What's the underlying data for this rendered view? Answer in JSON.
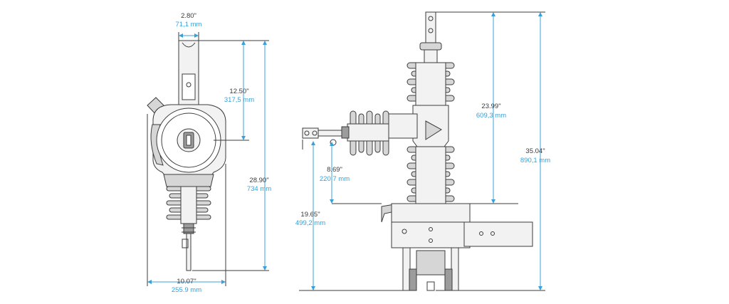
{
  "colors": {
    "dimension": "#3aa0d8",
    "outline": "#3c3c3c",
    "shading": "#d6d6d6"
  },
  "dimensions": {
    "top_width": {
      "inch": "2.80\"",
      "mm": "71,1 mm"
    },
    "upper_height": {
      "inch": "12.50\"",
      "mm": "317,5 mm"
    },
    "total_height_left": {
      "inch": "28.90\"",
      "mm": "734 mm"
    },
    "base_width": {
      "inch": "10.07\"",
      "mm": "255.9 mm"
    },
    "bushing_height": {
      "inch": "23.99\"",
      "mm": "609,3 mm"
    },
    "overall_height": {
      "inch": "35.04\"",
      "mm": "890,1 mm"
    },
    "side_terminal": {
      "inch": "8.69\"",
      "mm": "220,7 mm"
    },
    "base_to_mount": {
      "inch": "19.65\"",
      "mm": "499,2 mm"
    }
  }
}
